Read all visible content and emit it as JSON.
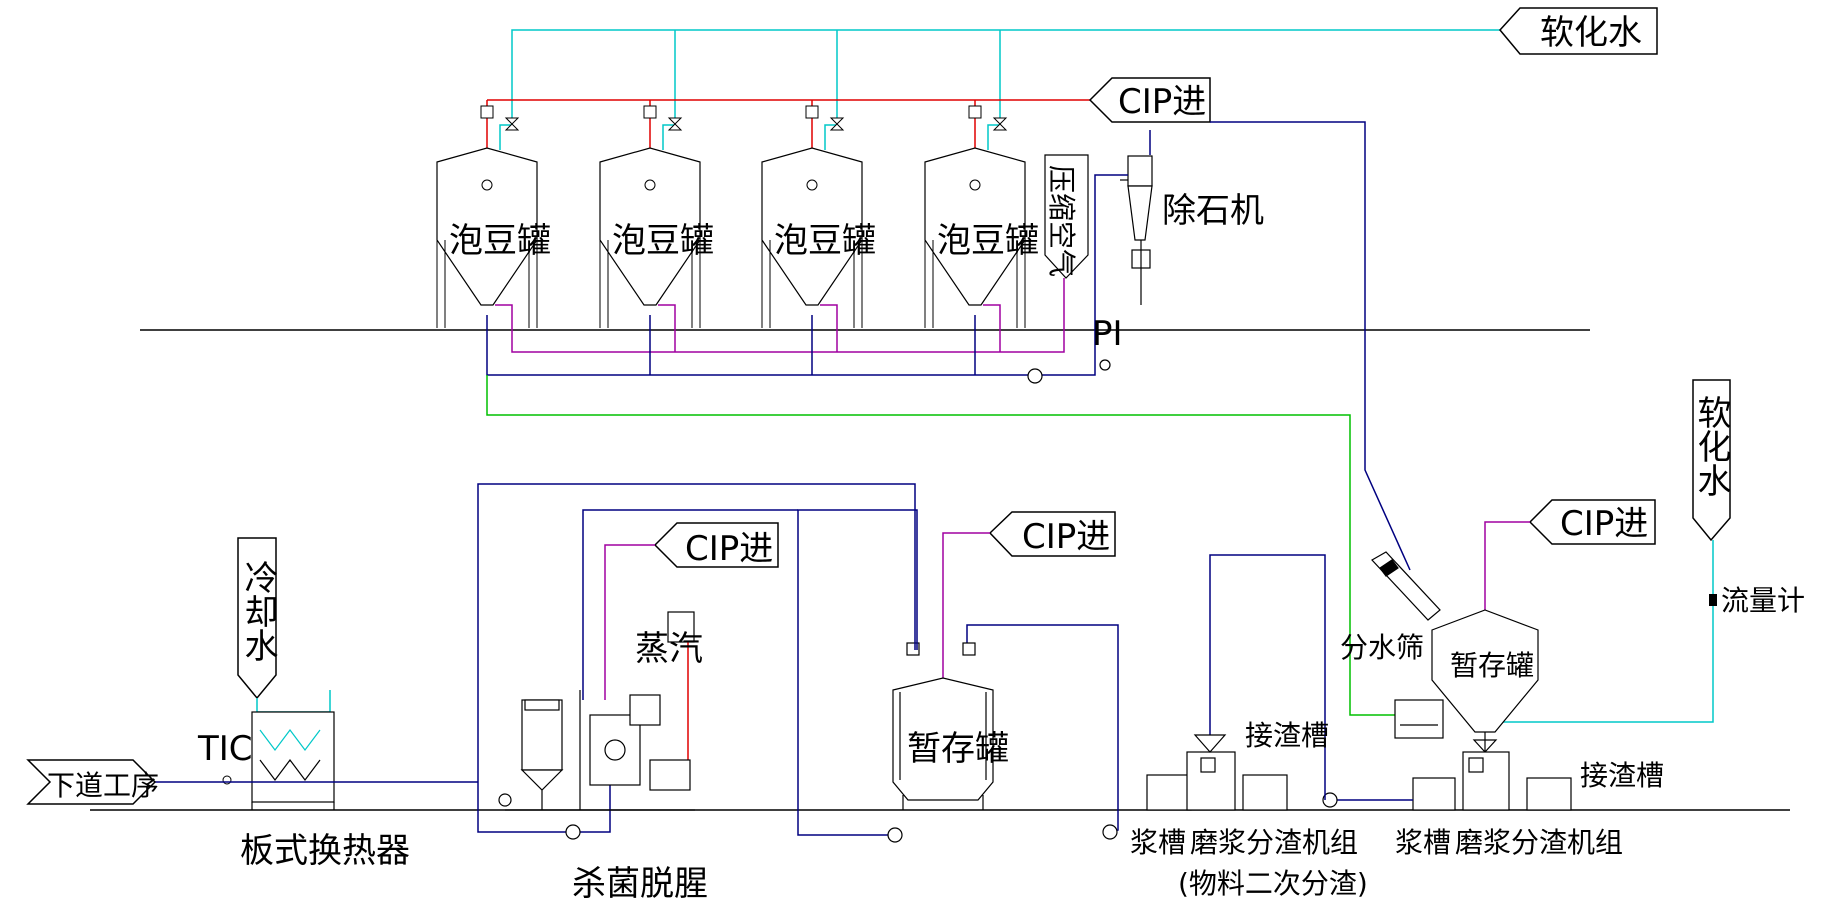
{
  "labels": {
    "soft_water_top": "软化水",
    "cip_top": "CIP进",
    "soak_tank": "泡豆罐",
    "compressed_air": "压缩空气",
    "stone_remover": "除石机",
    "pi": "PI",
    "soft_water_right": "软化水",
    "flowmeter": "流量计",
    "cip_right": "CIP进",
    "water_screen": "分水筛",
    "temp_tank_right": "暂存罐",
    "slag_tank_right": "接渣槽",
    "slurry_tank_right": "浆槽",
    "grinder_right": "磨浆分渣机组",
    "cip_mid": "CIP进",
    "temp_tank_mid": "暂存罐",
    "slag_tank_mid": "接渣槽",
    "slurry_tank_mid": "浆槽",
    "grinder_mid": "磨浆分渣机组",
    "grinder_mid_note": "(物料二次分渣)",
    "cip_left": "CIP进",
    "steam": "蒸汽",
    "sterilize": "杀菌脱腥",
    "cold_water": "冷却水",
    "tic": "TIC",
    "next_process": "下道工序",
    "plate_heat_exchanger": "板式换热器"
  },
  "colors": {
    "soft_water": "#00c8c8",
    "cip": "#e00000",
    "material": "#000080",
    "purple": "#a000a0",
    "green": "#00c000",
    "line": "#000000"
  }
}
